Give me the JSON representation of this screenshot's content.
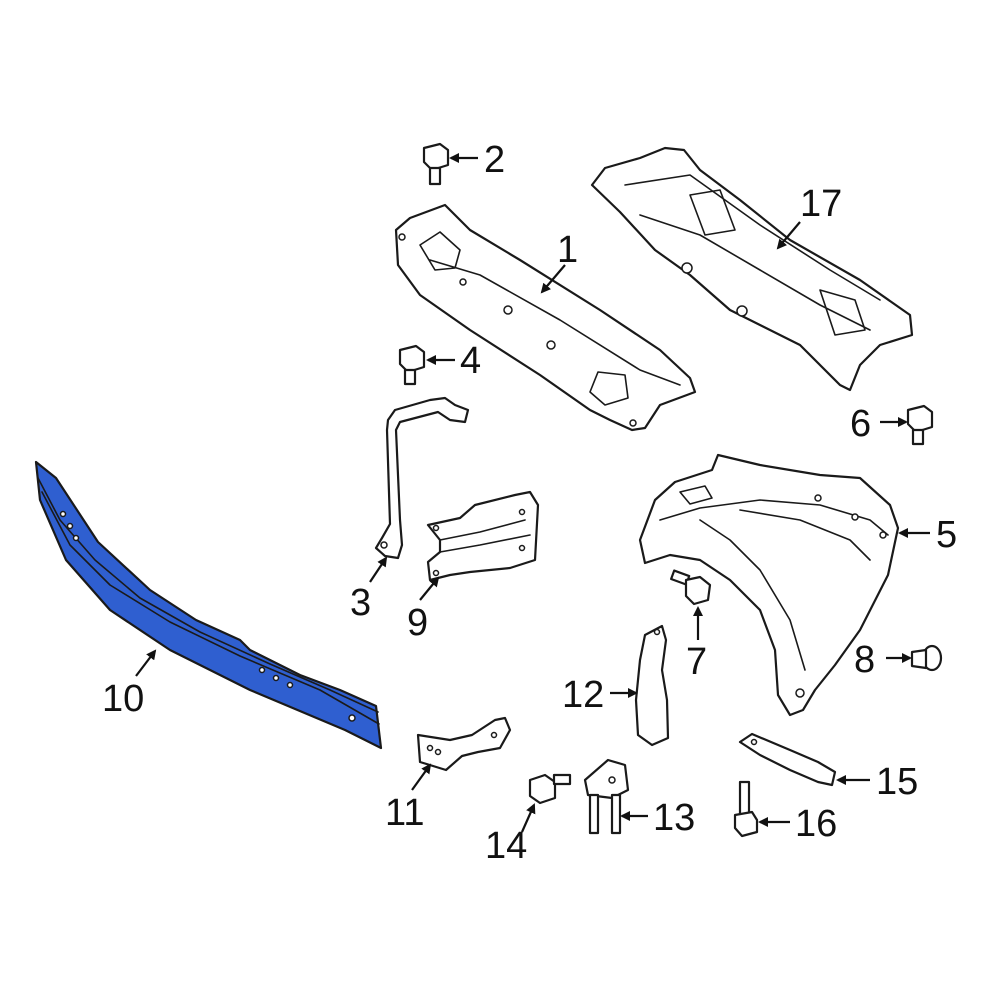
{
  "highlight_color": "#2F5FD0",
  "highlighted_part": "10",
  "callouts": {
    "c1": "1",
    "c2": "2",
    "c3": "3",
    "c4": "4",
    "c5": "5",
    "c6": "6",
    "c7": "7",
    "c8": "8",
    "c9": "9",
    "c10": "10",
    "c11": "11",
    "c12": "12",
    "c13": "13",
    "c14": "14",
    "c15": "15",
    "c16": "16",
    "c17": "17"
  }
}
